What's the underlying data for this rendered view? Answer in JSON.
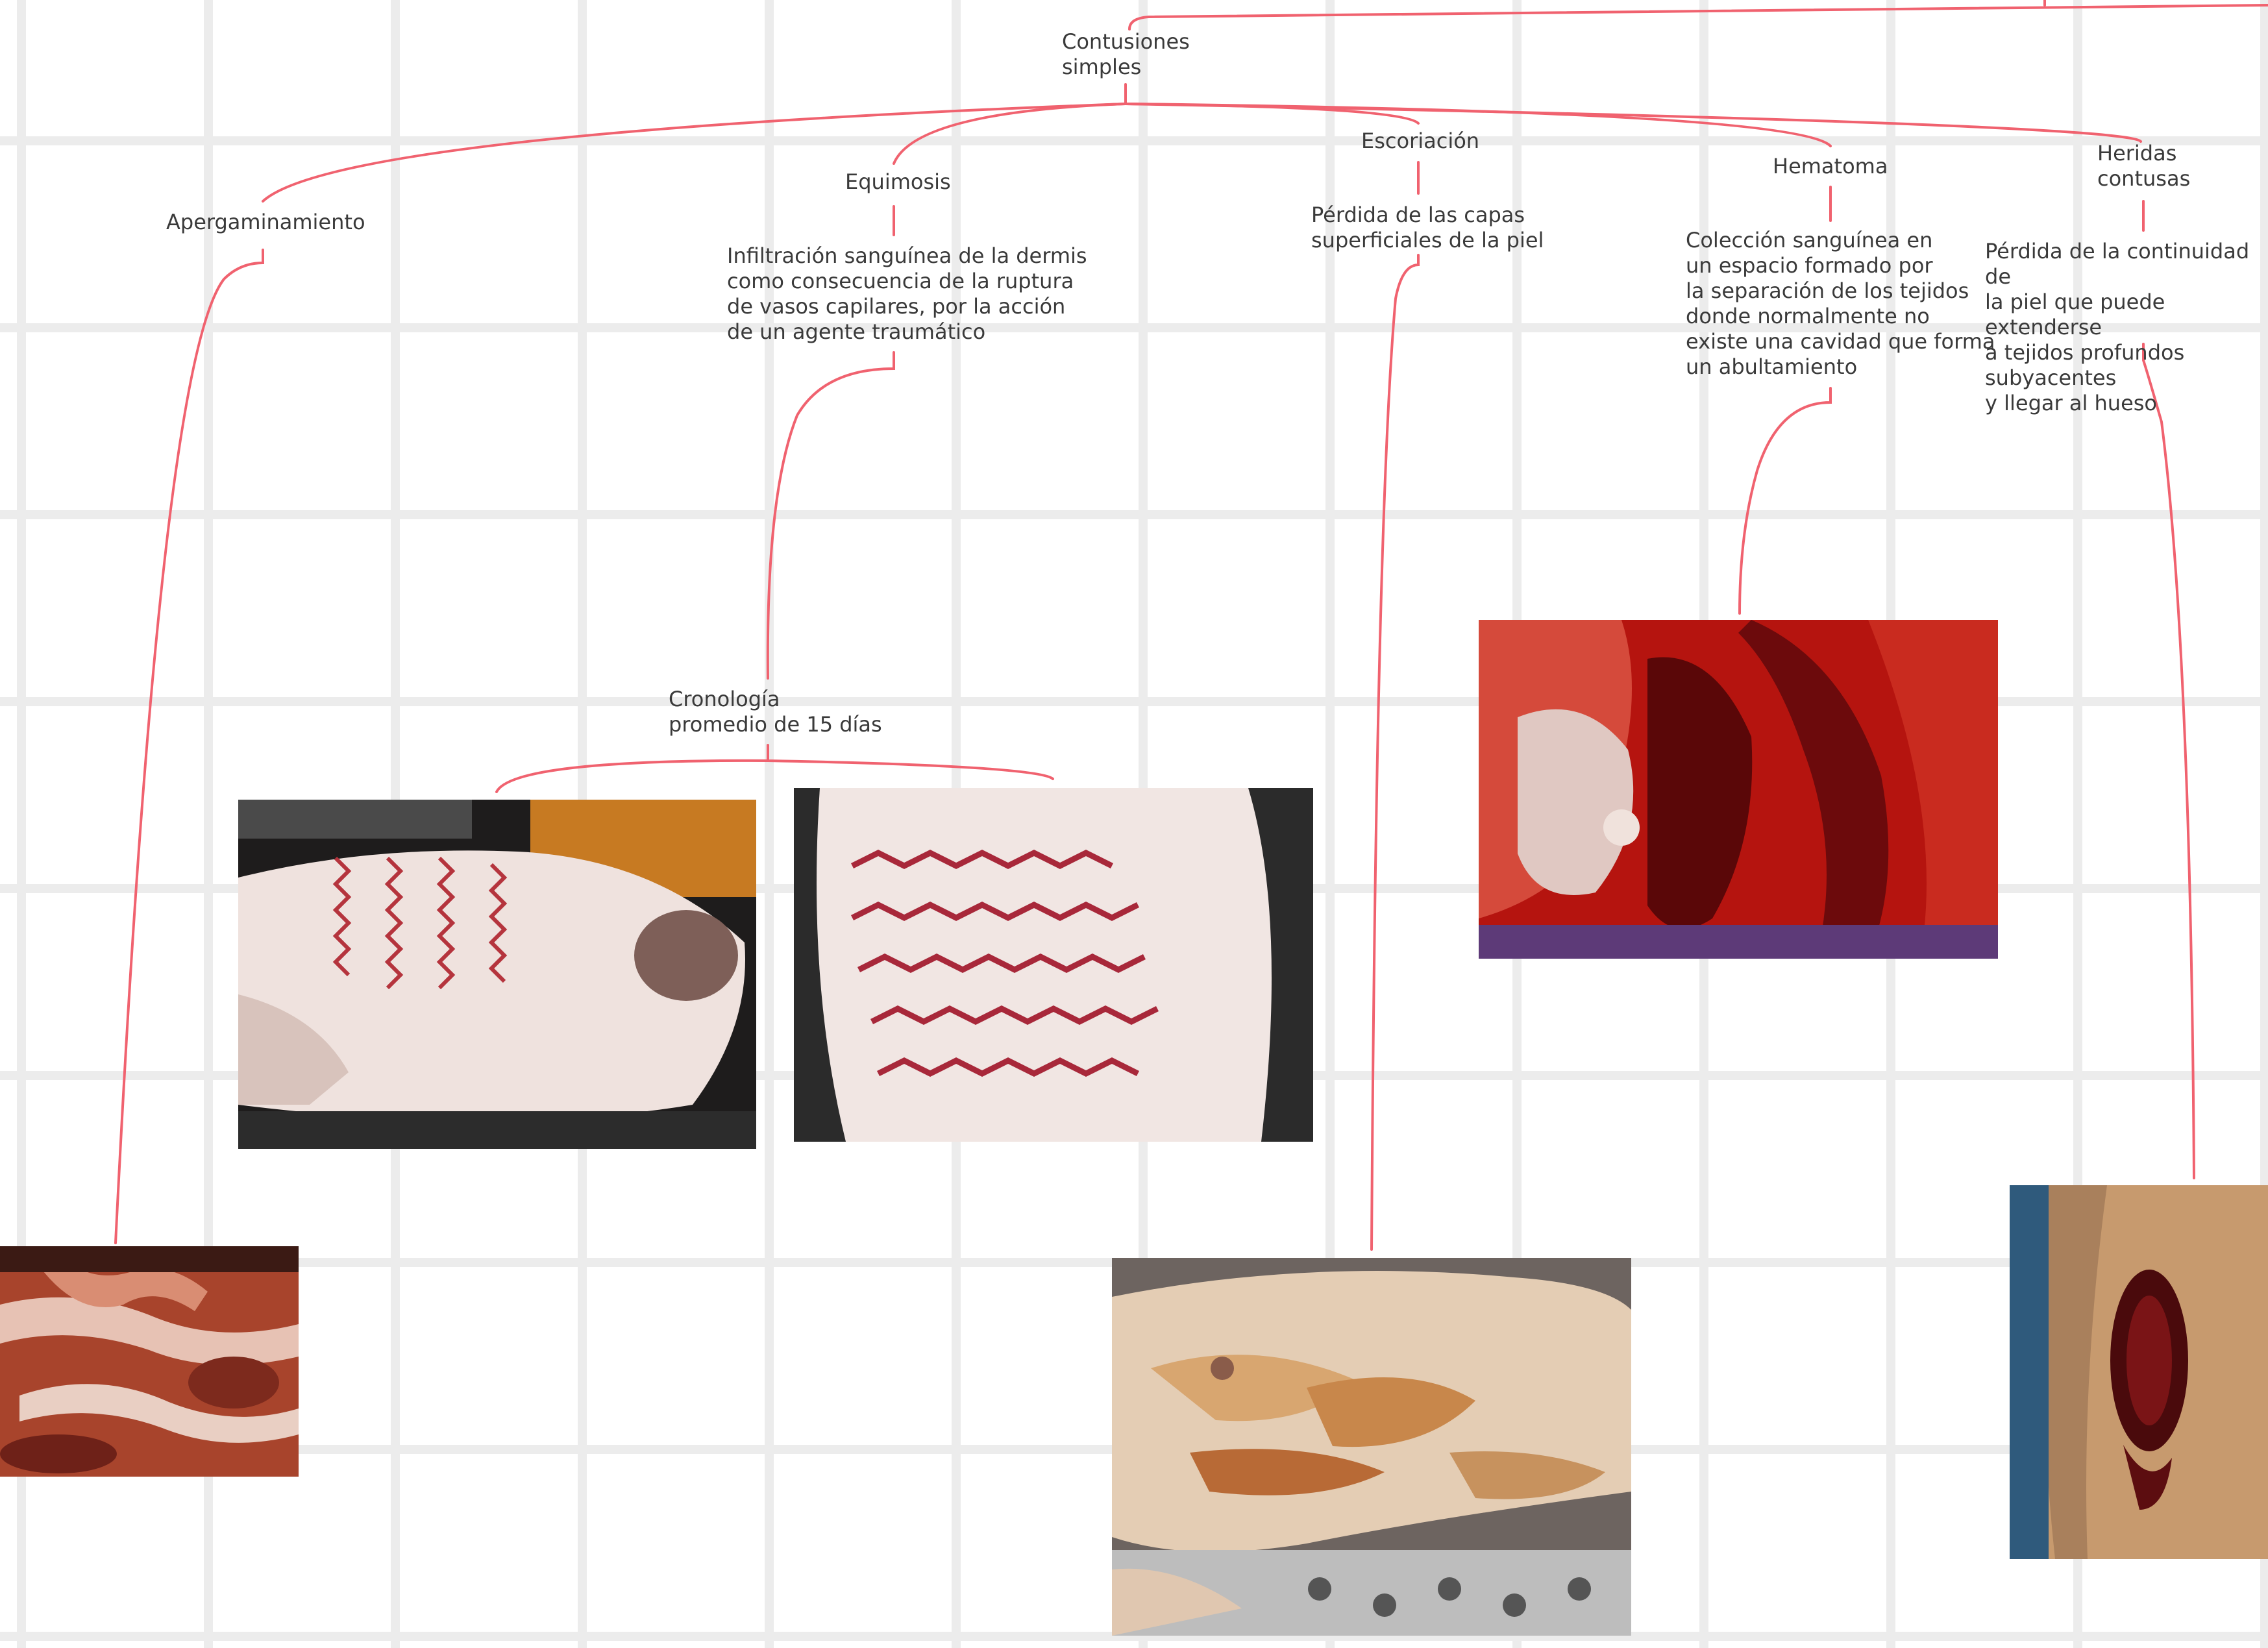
{
  "map": {
    "root": "Contusiones\nsimples",
    "branches": {
      "apergaminamiento": {
        "title": "Apergaminamiento"
      },
      "equimosis": {
        "title": "Equimosis",
        "description": "Infiltración sanguínea de la dermis\ncomo consecuencia de la ruptura\nde vasos capilares, por la acción\nde un agente traumático",
        "chronology": "Cronología\npromedio de 15 días"
      },
      "escoriacion": {
        "title": "Escoriación",
        "description": "Pérdida de las capas\nsuperficiales de la piel"
      },
      "hematoma": {
        "title": "Hematoma",
        "description": "Colección sanguínea en\nun espacio formado por\nla separación de los tejidos\ndonde normalmente no\nexiste una cavidad que forma\nun abultamiento"
      },
      "heridas_contusas": {
        "title": "Heridas\ncontusas",
        "description": "Pérdida de la continuidad de\nla piel que puede extenderse\na tejidos profundos subyacentes\n y llegar al hueso"
      }
    }
  },
  "photos": {
    "apergaminamiento": "photo-parchment-skin",
    "equimosis_left": "photo-zigzag-bruises-back",
    "equimosis_right": "photo-zigzag-bruises-torso",
    "escoriacion": "photo-abrasions-torso",
    "hematoma": "photo-hematoma-tissue",
    "heridas_contusas": "photo-contused-wound"
  },
  "colors": {
    "connector": "#f0626f",
    "grid": "#ececec",
    "text": "#3a3a3a"
  }
}
